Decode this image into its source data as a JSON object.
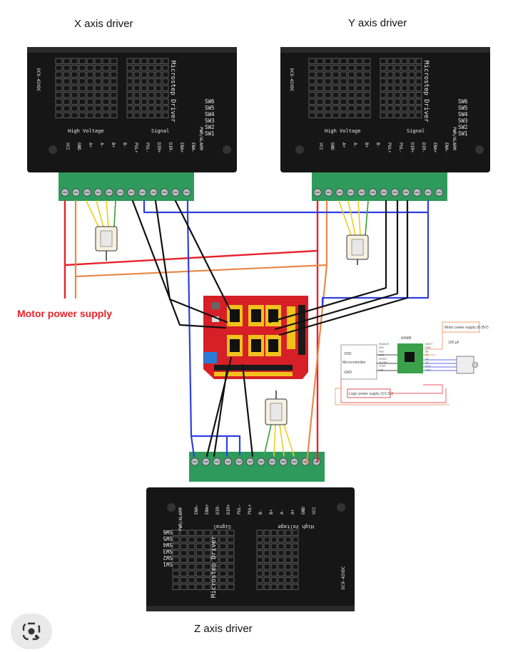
{
  "labels": {
    "x_driver": "X axis driver",
    "y_driver": "Y axis driver",
    "z_driver": "Z axis driver",
    "power_supply": "Motor power supply"
  },
  "driver": {
    "product": "Microstep Driver",
    "voltage": "DC9-42VDC",
    "high_voltage": "High Voltage",
    "signal": "Signal",
    "pwr_alarm": "PWR/ALARM",
    "switches": [
      "SW6",
      "SW5",
      "SW4",
      "SW3",
      "SW2",
      "SW1"
    ],
    "terminals": [
      "VCC",
      "GND",
      "A+",
      "A-",
      "B+",
      "B-",
      "PUL+",
      "PUL-",
      "DIR+",
      "DIR-",
      "ENA+",
      "ENA-"
    ]
  },
  "a4988": {
    "title": "A4988",
    "left_pins": [
      "ENABLE",
      "MS1",
      "MS2",
      "MS3",
      "RESET",
      "SLEEP",
      "STEP",
      "DIR"
    ],
    "right_pins": [
      "VMOT",
      "GND",
      "2B",
      "2A",
      "1A",
      "1B",
      "VDD",
      "GND"
    ],
    "vdd": "VDD",
    "micro": "Microcontroller",
    "gnd": "GND",
    "motor_supply": "Motor power supply (8-35V)",
    "logic_supply": "Logic power supply (3-5.5V)",
    "cap": "100 µF"
  },
  "colors": {
    "power_red": "#e5242a",
    "power_orange": "#e8894a",
    "signal_black": "#111111",
    "enable_blue": "#2f3fe0",
    "motor_yellow": "#e8d020",
    "motor_green": "#3aa14a",
    "terminal_green": "#2e9a5c",
    "board_red": "#d61f27"
  },
  "icons": [
    "lens-icon"
  ]
}
